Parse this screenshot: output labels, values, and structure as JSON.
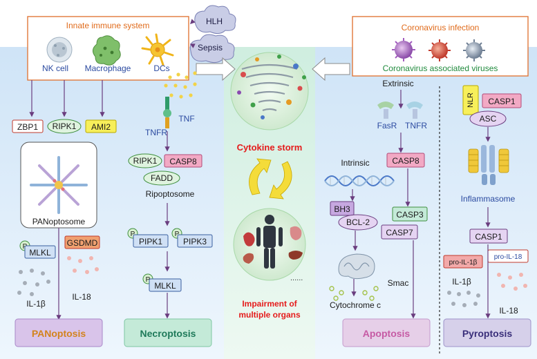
{
  "innate": {
    "title": "Innate immune system",
    "nk": "NK cell",
    "mac": "Macrophage",
    "dc": "DCs"
  },
  "triggers": {
    "hlh": "HLH",
    "sepsis": "Sepsis"
  },
  "corona": {
    "title": "Coronavirus infection",
    "assoc": "Coronavirus associated viruses"
  },
  "panoptosis": {
    "zbp1": "ZBP1",
    "ripk1": "RIPK1",
    "aim2": "AMI2",
    "complex": "PANoptosome",
    "p": "P",
    "mlkl": "MLKL",
    "gsdmd": "GSDMD",
    "il1b": "IL-1β",
    "il18": "IL-18",
    "label": "PANoptosis"
  },
  "necroptosis": {
    "tnf": "TNF",
    "tnfr": "TNFR",
    "ripk1": "RIPK1",
    "casp8": "CASP8",
    "fadd": "FADD",
    "complex": "Ripoptosome",
    "p": "P",
    "pipk1": "PIPK1",
    "pipk3": "PIPK3",
    "mlkl": "MLKL",
    "label": "Necroptosis"
  },
  "center": {
    "storm": "Cytokine storm",
    "impair1": "Impairment of",
    "impair2": "multiple organs",
    "dots": "......"
  },
  "apoptosis": {
    "extrinsic": "Extrinsic",
    "fasr": "FasR",
    "tnfr": "TNFR",
    "casp8": "CASP8",
    "intrinsic": "Intrinsic",
    "bh3": "BH3",
    "bcl2": "BCL-2",
    "casp3": "CASP3",
    "casp7": "CASP7",
    "smac": "Smac",
    "cytc": "Cytochrome c",
    "label": "Apoptosis"
  },
  "pyroptosis": {
    "nlr": "NLR",
    "casp1": "CASP1",
    "asc": "ASC",
    "inflammasome": "Inflammasome",
    "casp1b": "CASP1",
    "pro_il1b": "pro-IL-1β",
    "pro_il18": "pro-IL-18",
    "il1b": "IL-1β",
    "il18": "IL-18",
    "label": "Pyroptosis"
  },
  "colors": {
    "arrow": "#6a3d7f",
    "orange": "#e06a1a",
    "red": "#e51b1b",
    "green": "#1f8a3c"
  }
}
